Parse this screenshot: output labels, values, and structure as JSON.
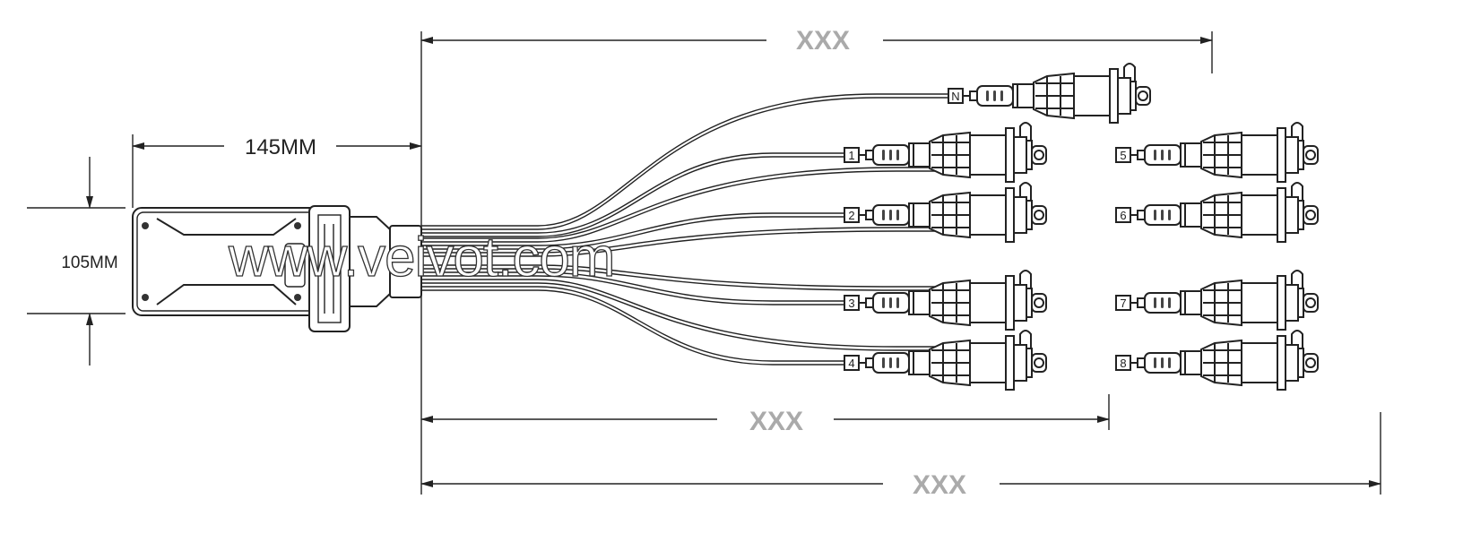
{
  "dimensions": {
    "top_length": "XXX",
    "mid_length": "XXX",
    "bottom_length": "XXX",
    "device_length": "145MM",
    "device_width": "105MM"
  },
  "watermark": "www.veivot.com",
  "connectors": {
    "N": "N",
    "1": "1",
    "2": "2",
    "3": "3",
    "4": "4",
    "5": "5",
    "6": "6",
    "7": "7",
    "8": "8"
  }
}
